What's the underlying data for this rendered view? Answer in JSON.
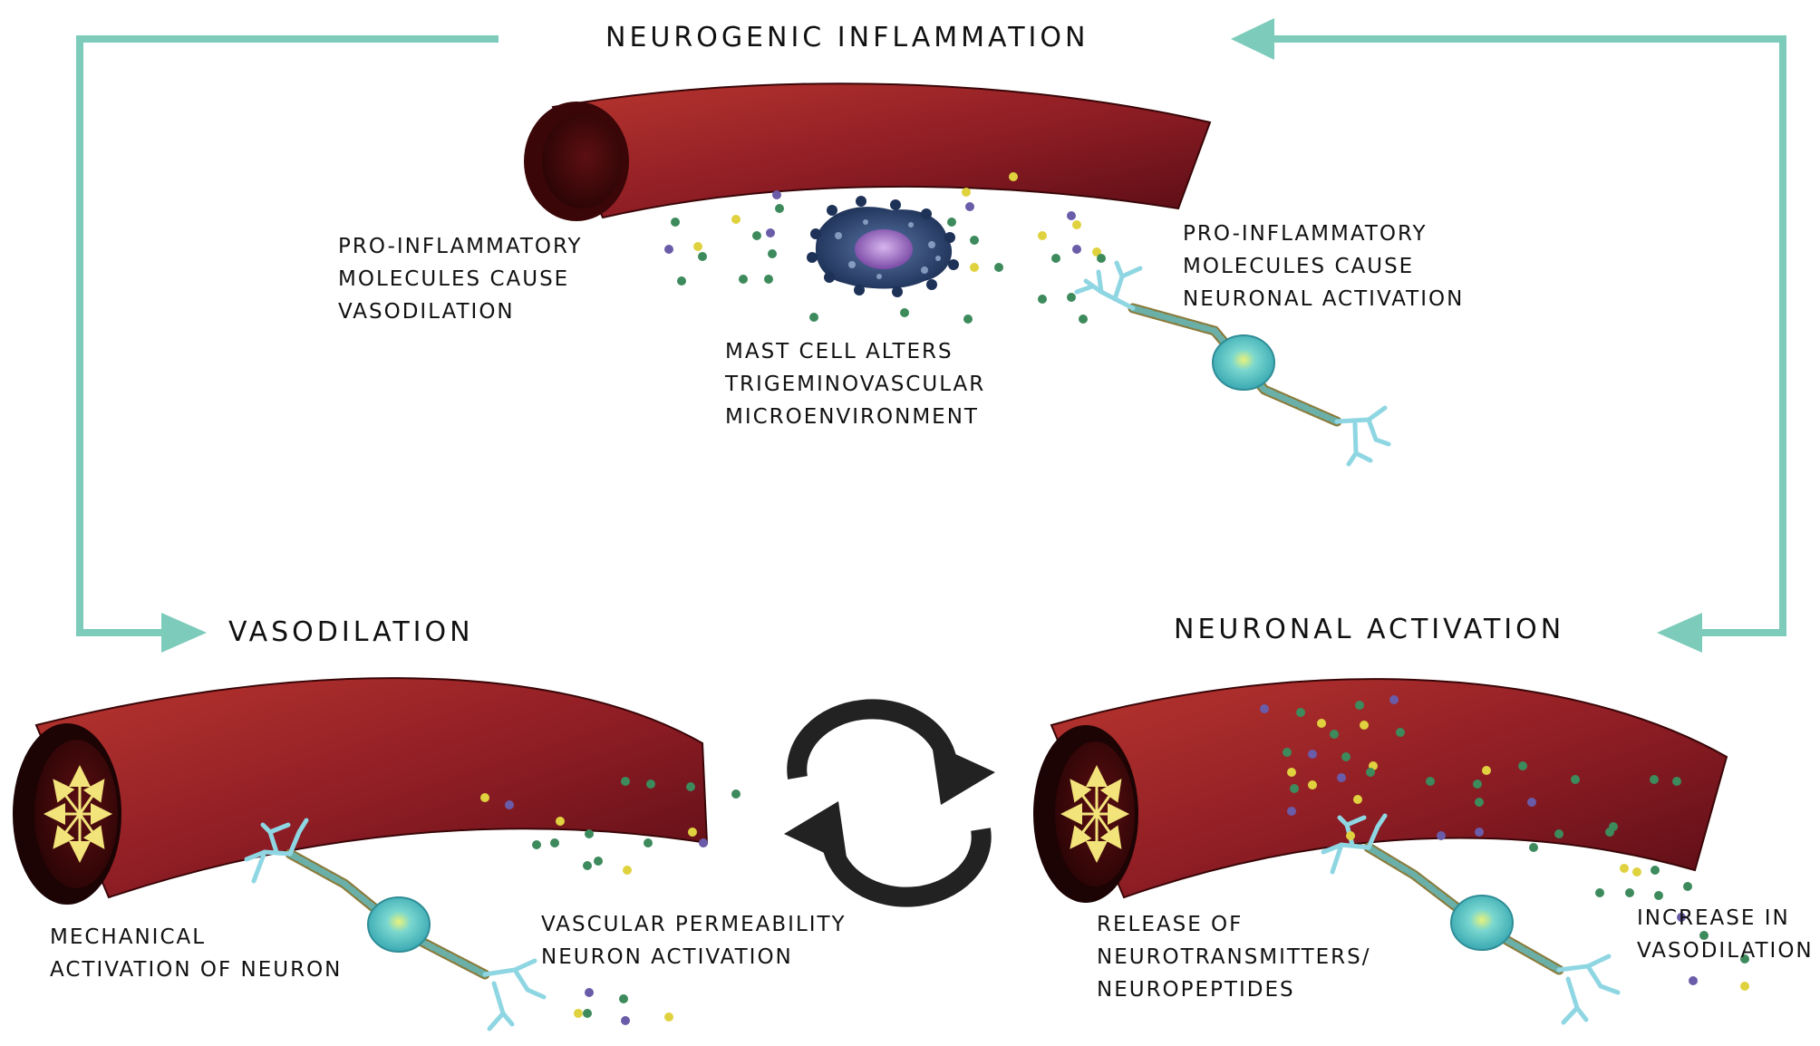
{
  "headings": {
    "top": "NEUROGENIC INFLAMMATION",
    "left": "VASODILATION",
    "right": "NEURONAL ACTIVATION"
  },
  "annotations": {
    "top_left": [
      "PRO-INFLAMMATORY",
      "MOLECULES CAUSE",
      "VASODILATION"
    ],
    "top_center": [
      "MAST CELL ALTERS",
      "TRIGEMINOVASCULAR",
      "MICROENVIRONMENT"
    ],
    "top_right": [
      "PRO-INFLAMMATORY",
      "MOLECULES CAUSE",
      "NEURONAL ACTIVATION"
    ],
    "bottom_left_a": [
      "MECHANICAL",
      "ACTIVATION OF NEURON"
    ],
    "bottom_left_b": [
      "VASCULAR PERMEABILITY",
      "NEURON ACTIVATION"
    ],
    "bottom_right_a": [
      "RELEASE OF",
      "NEUROTRANSMITTERS/",
      "NEUROPEPTIDES"
    ],
    "bottom_right_b": [
      "INCREASE IN",
      "VASODILATION"
    ]
  },
  "colors": {
    "cycle_arrow": "#7ccbbb",
    "vessel_dark": "#5e0f16",
    "vessel_mid": "#96222a",
    "vessel_light": "#b8352f",
    "lumen": "#3a0608",
    "neuron": "#8fd6e3",
    "soma": "#44c7c7",
    "axon": "#5a9ea0",
    "mast_cell": "#354e78",
    "nucleus": "#a57ac7",
    "molecule_green": "#3d8a5c",
    "molecule_yellow": "#e0d23f",
    "molecule_purple": "#6a5ca8",
    "dilation_arrow": "#f2e37a"
  },
  "icons": [
    "cycle-arrow-left",
    "cycle-arrow-right",
    "refresh-cycle-icon",
    "dilation-arrows"
  ]
}
